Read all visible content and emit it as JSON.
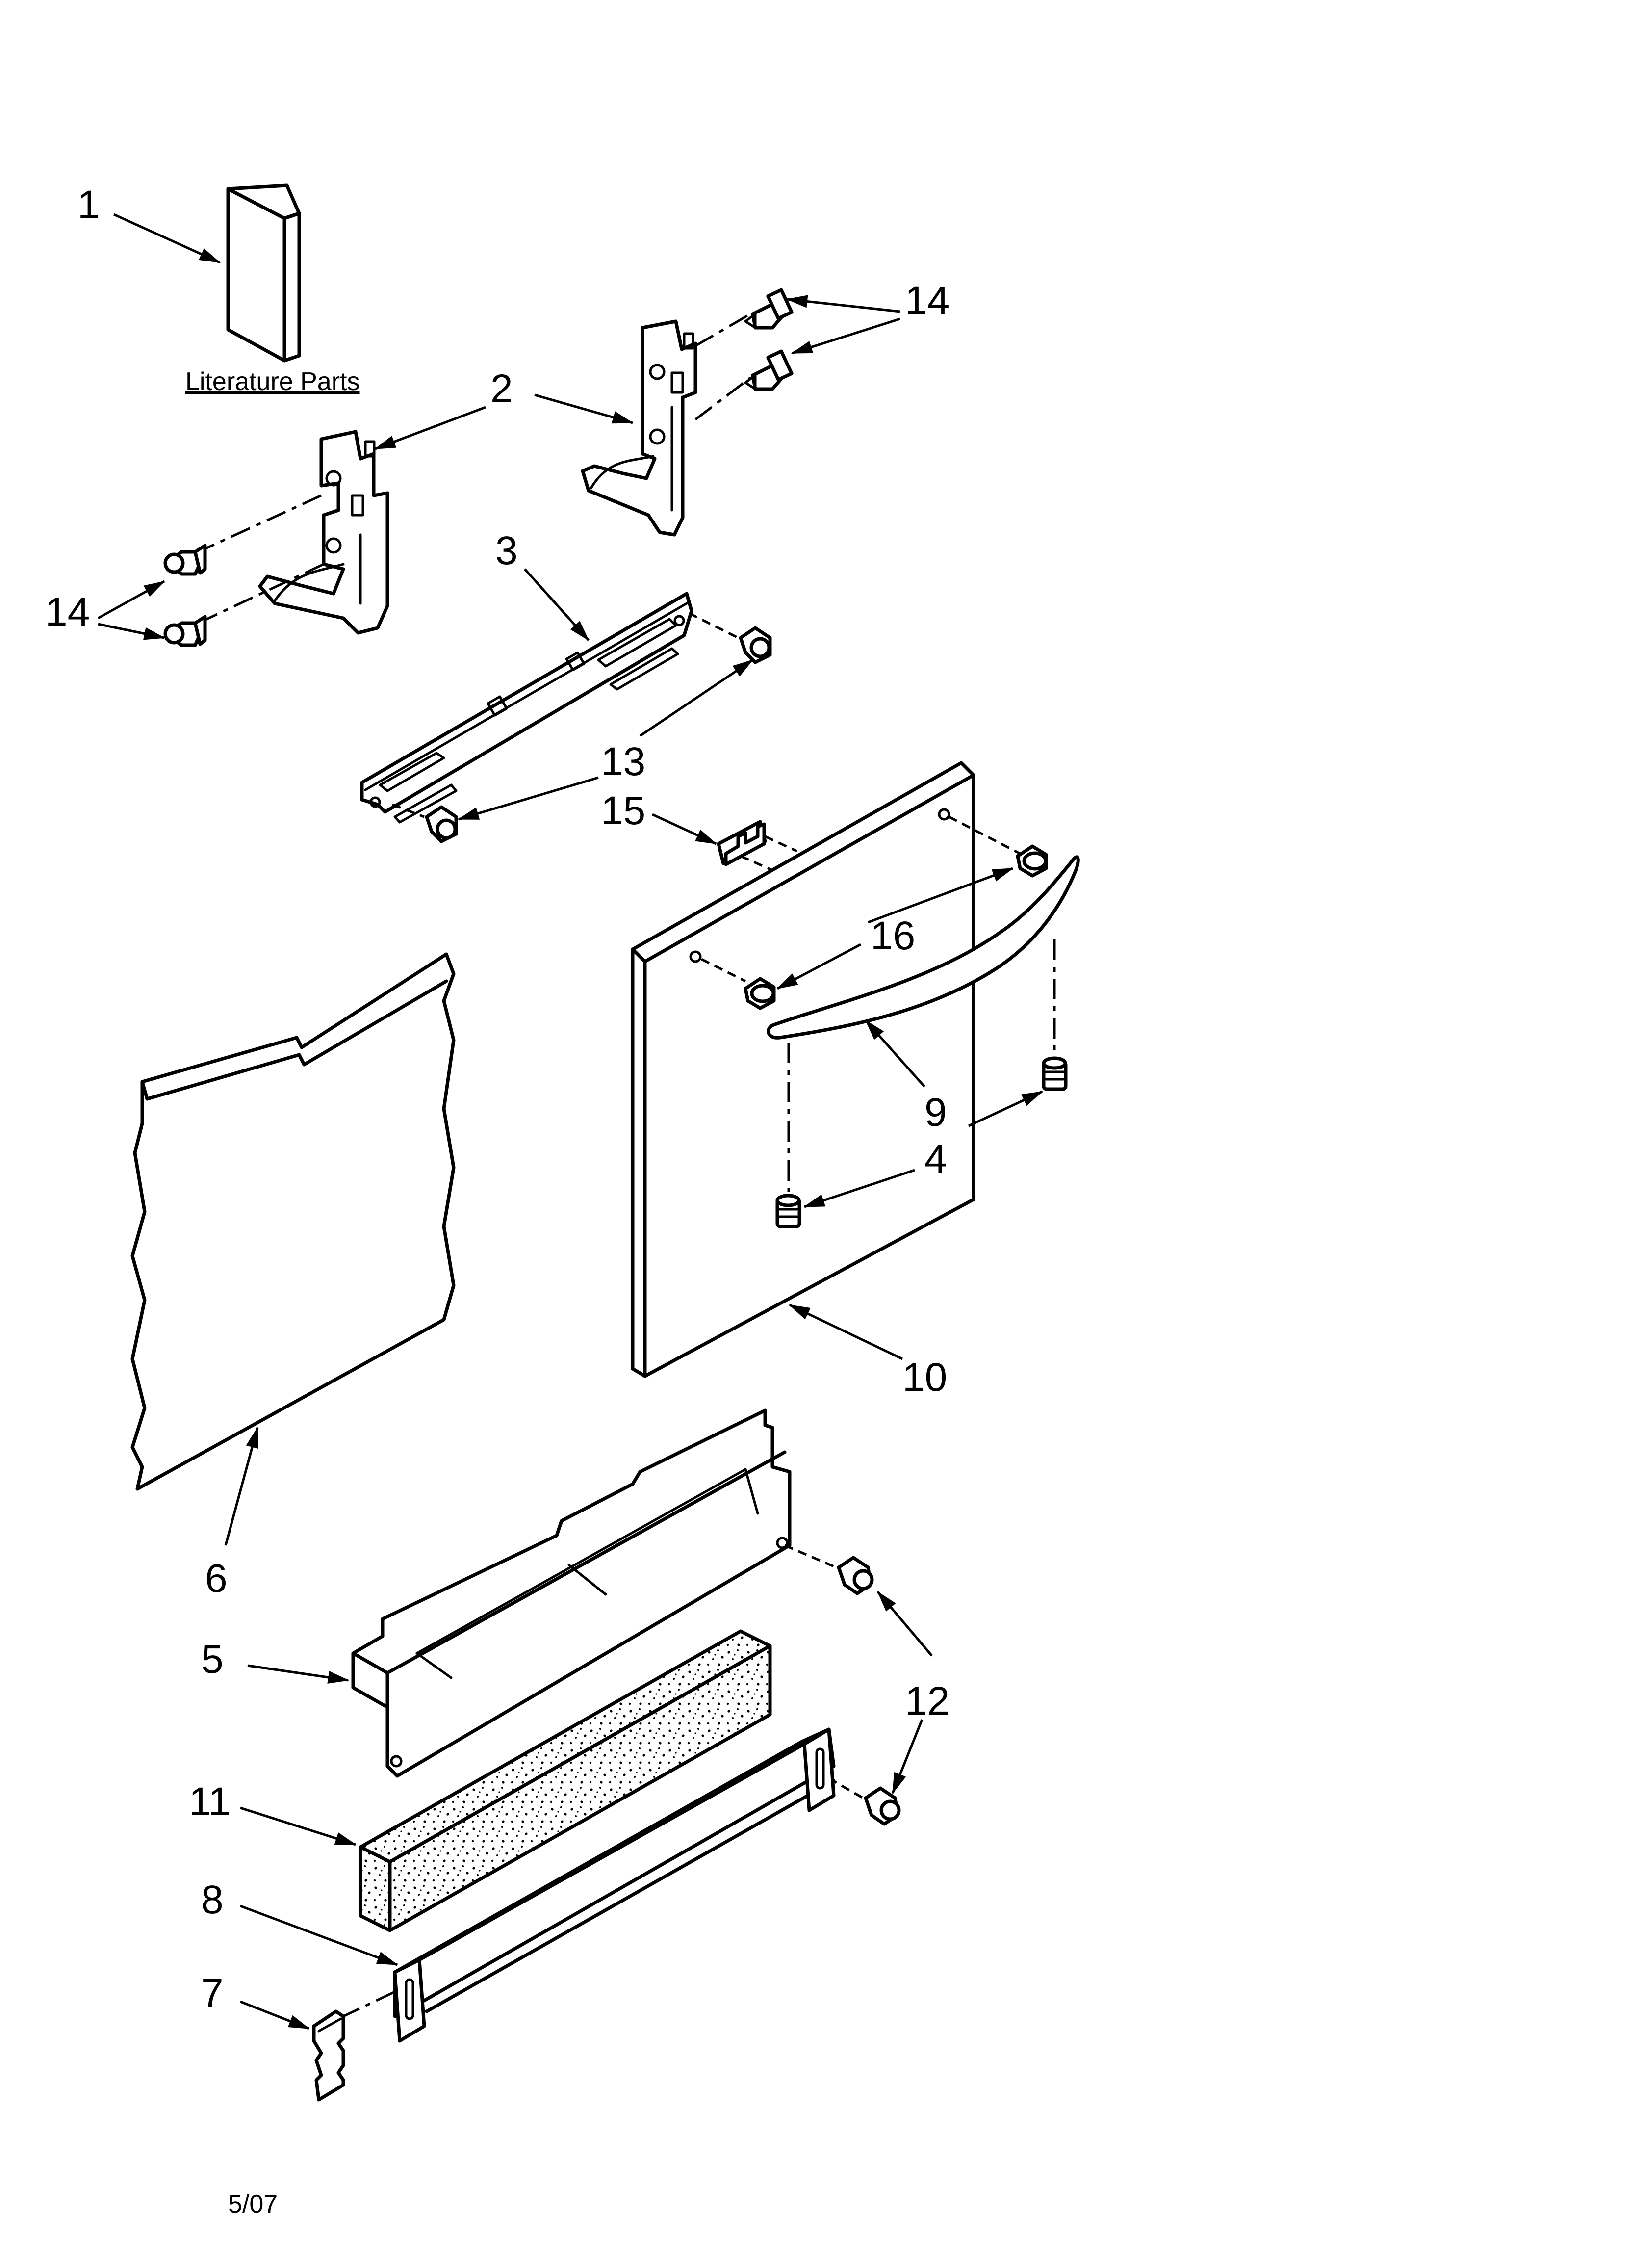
{
  "diagram": {
    "caption": "Literature Parts",
    "date": "5/07",
    "callouts": {
      "c1": "1",
      "c2": "2",
      "c3": "3",
      "c4": "4",
      "c5": "5",
      "c6": "6",
      "c7": "7",
      "c8": "8",
      "c9": "9",
      "c10": "10",
      "c11": "11",
      "c12": "12",
      "c13": "13",
      "c14a": "14",
      "c14b": "14",
      "c15": "15",
      "c16": "16"
    }
  }
}
